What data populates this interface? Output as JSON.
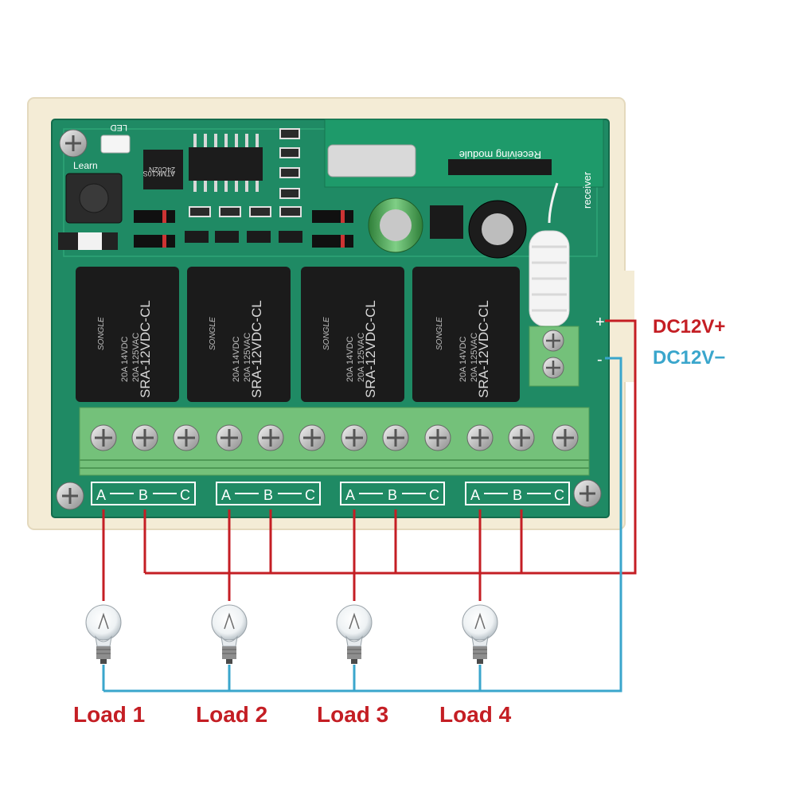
{
  "board": {
    "receiver_text": "Receiving module",
    "receiver_side_text": "receiver",
    "learn_text": "Learn",
    "led_text": "LED",
    "chip1_text": "ATMK10S",
    "chip2_text": "24C02N",
    "relays": [
      {
        "brand": "SONGLE",
        "model": "SRA-12VDC-CL",
        "rating1": "20A 14VDC",
        "rating2": "20A 125VAC"
      },
      {
        "brand": "SONGLE",
        "model": "SRA-12VDC-CL",
        "rating1": "20A 14VDC",
        "rating2": "20A 125VAC"
      },
      {
        "brand": "SONGLE",
        "model": "SRA-12VDC-CL",
        "rating1": "20A 14VDC",
        "rating2": "20A 125VAC"
      },
      {
        "brand": "SONGLE",
        "model": "SRA-12VDC-CL",
        "rating1": "20A 14VDC",
        "rating2": "20A 125VAC"
      }
    ],
    "terminal_groups": [
      {
        "a": "A",
        "b": "B",
        "c": "C"
      },
      {
        "a": "A",
        "b": "B",
        "c": "C"
      },
      {
        "a": "A",
        "b": "B",
        "c": "C"
      },
      {
        "a": "A",
        "b": "B",
        "c": "C"
      }
    ],
    "power_plus_mark": "+",
    "power_minus_mark": "-"
  },
  "power": {
    "positive_label": "DC12V+",
    "negative_label": "DC12V−",
    "positive_color": "#c41e24",
    "negative_color": "#3aa6cc"
  },
  "loads": [
    {
      "label": "Load 1"
    },
    {
      "label": "Load 2"
    },
    {
      "label": "Load 3"
    },
    {
      "label": "Load 4"
    }
  ],
  "colors": {
    "pcb": "#1f8a64",
    "relay": "#1b1b1b",
    "terminal": "#74c17a",
    "case": "#f4ecd6",
    "load_label": "#c41e24"
  }
}
